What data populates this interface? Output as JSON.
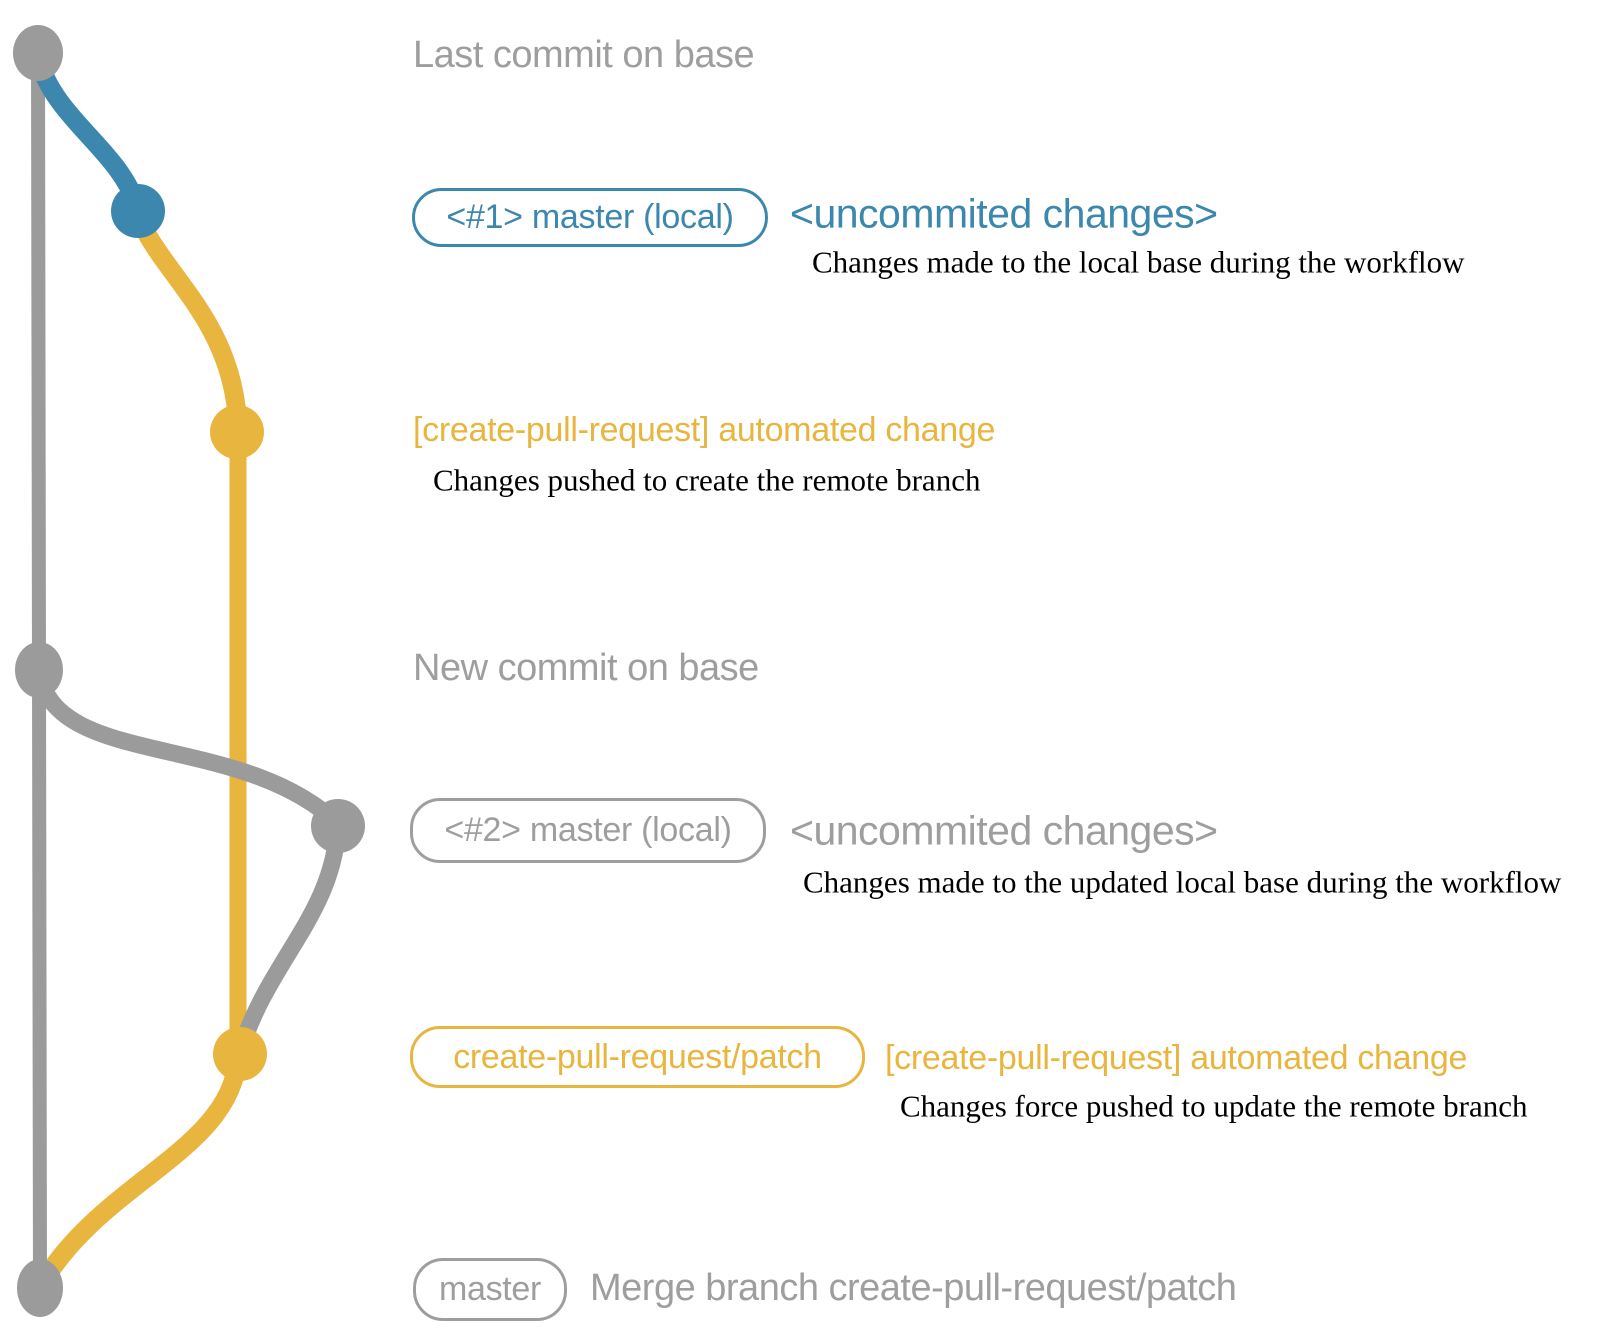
{
  "colors": {
    "blue": "#3c87ad",
    "yellow": "#e8b53e",
    "gray": "#9b9b9b",
    "label_gray": "#9e9e9e",
    "desc_black": "#000000"
  },
  "annotations": {
    "row1": {
      "label": "Last commit on base"
    },
    "row2": {
      "badge": "<#1> master (local)",
      "tag": "<uncommited changes>",
      "desc": "Changes made to the local base during the workflow"
    },
    "row3": {
      "tag": "[create-pull-request] automated change",
      "desc": "Changes pushed to create the remote branch"
    },
    "row4": {
      "label": "New commit on base"
    },
    "row5": {
      "badge": "<#2> master (local)",
      "tag": "<uncommited changes>",
      "desc": "Changes made to the updated local base during the workflow"
    },
    "row6": {
      "badge": "create-pull-request/patch",
      "tag": "[create-pull-request] automated change",
      "desc": "Changes force pushed to update the remote branch"
    },
    "row7": {
      "badge": "master",
      "label": "Merge branch create-pull-request/patch"
    }
  },
  "graph": {
    "commits": [
      {
        "name": "last-commit-on-base",
        "color": "gray"
      },
      {
        "name": "local-master-commit-1",
        "color": "blue"
      },
      {
        "name": "remote-branch-commit-1",
        "color": "yellow"
      },
      {
        "name": "new-commit-on-base",
        "color": "gray"
      },
      {
        "name": "local-master-commit-2",
        "color": "gray"
      },
      {
        "name": "remote-branch-commit-2",
        "color": "yellow"
      },
      {
        "name": "merge-commit",
        "color": "gray"
      }
    ]
  }
}
